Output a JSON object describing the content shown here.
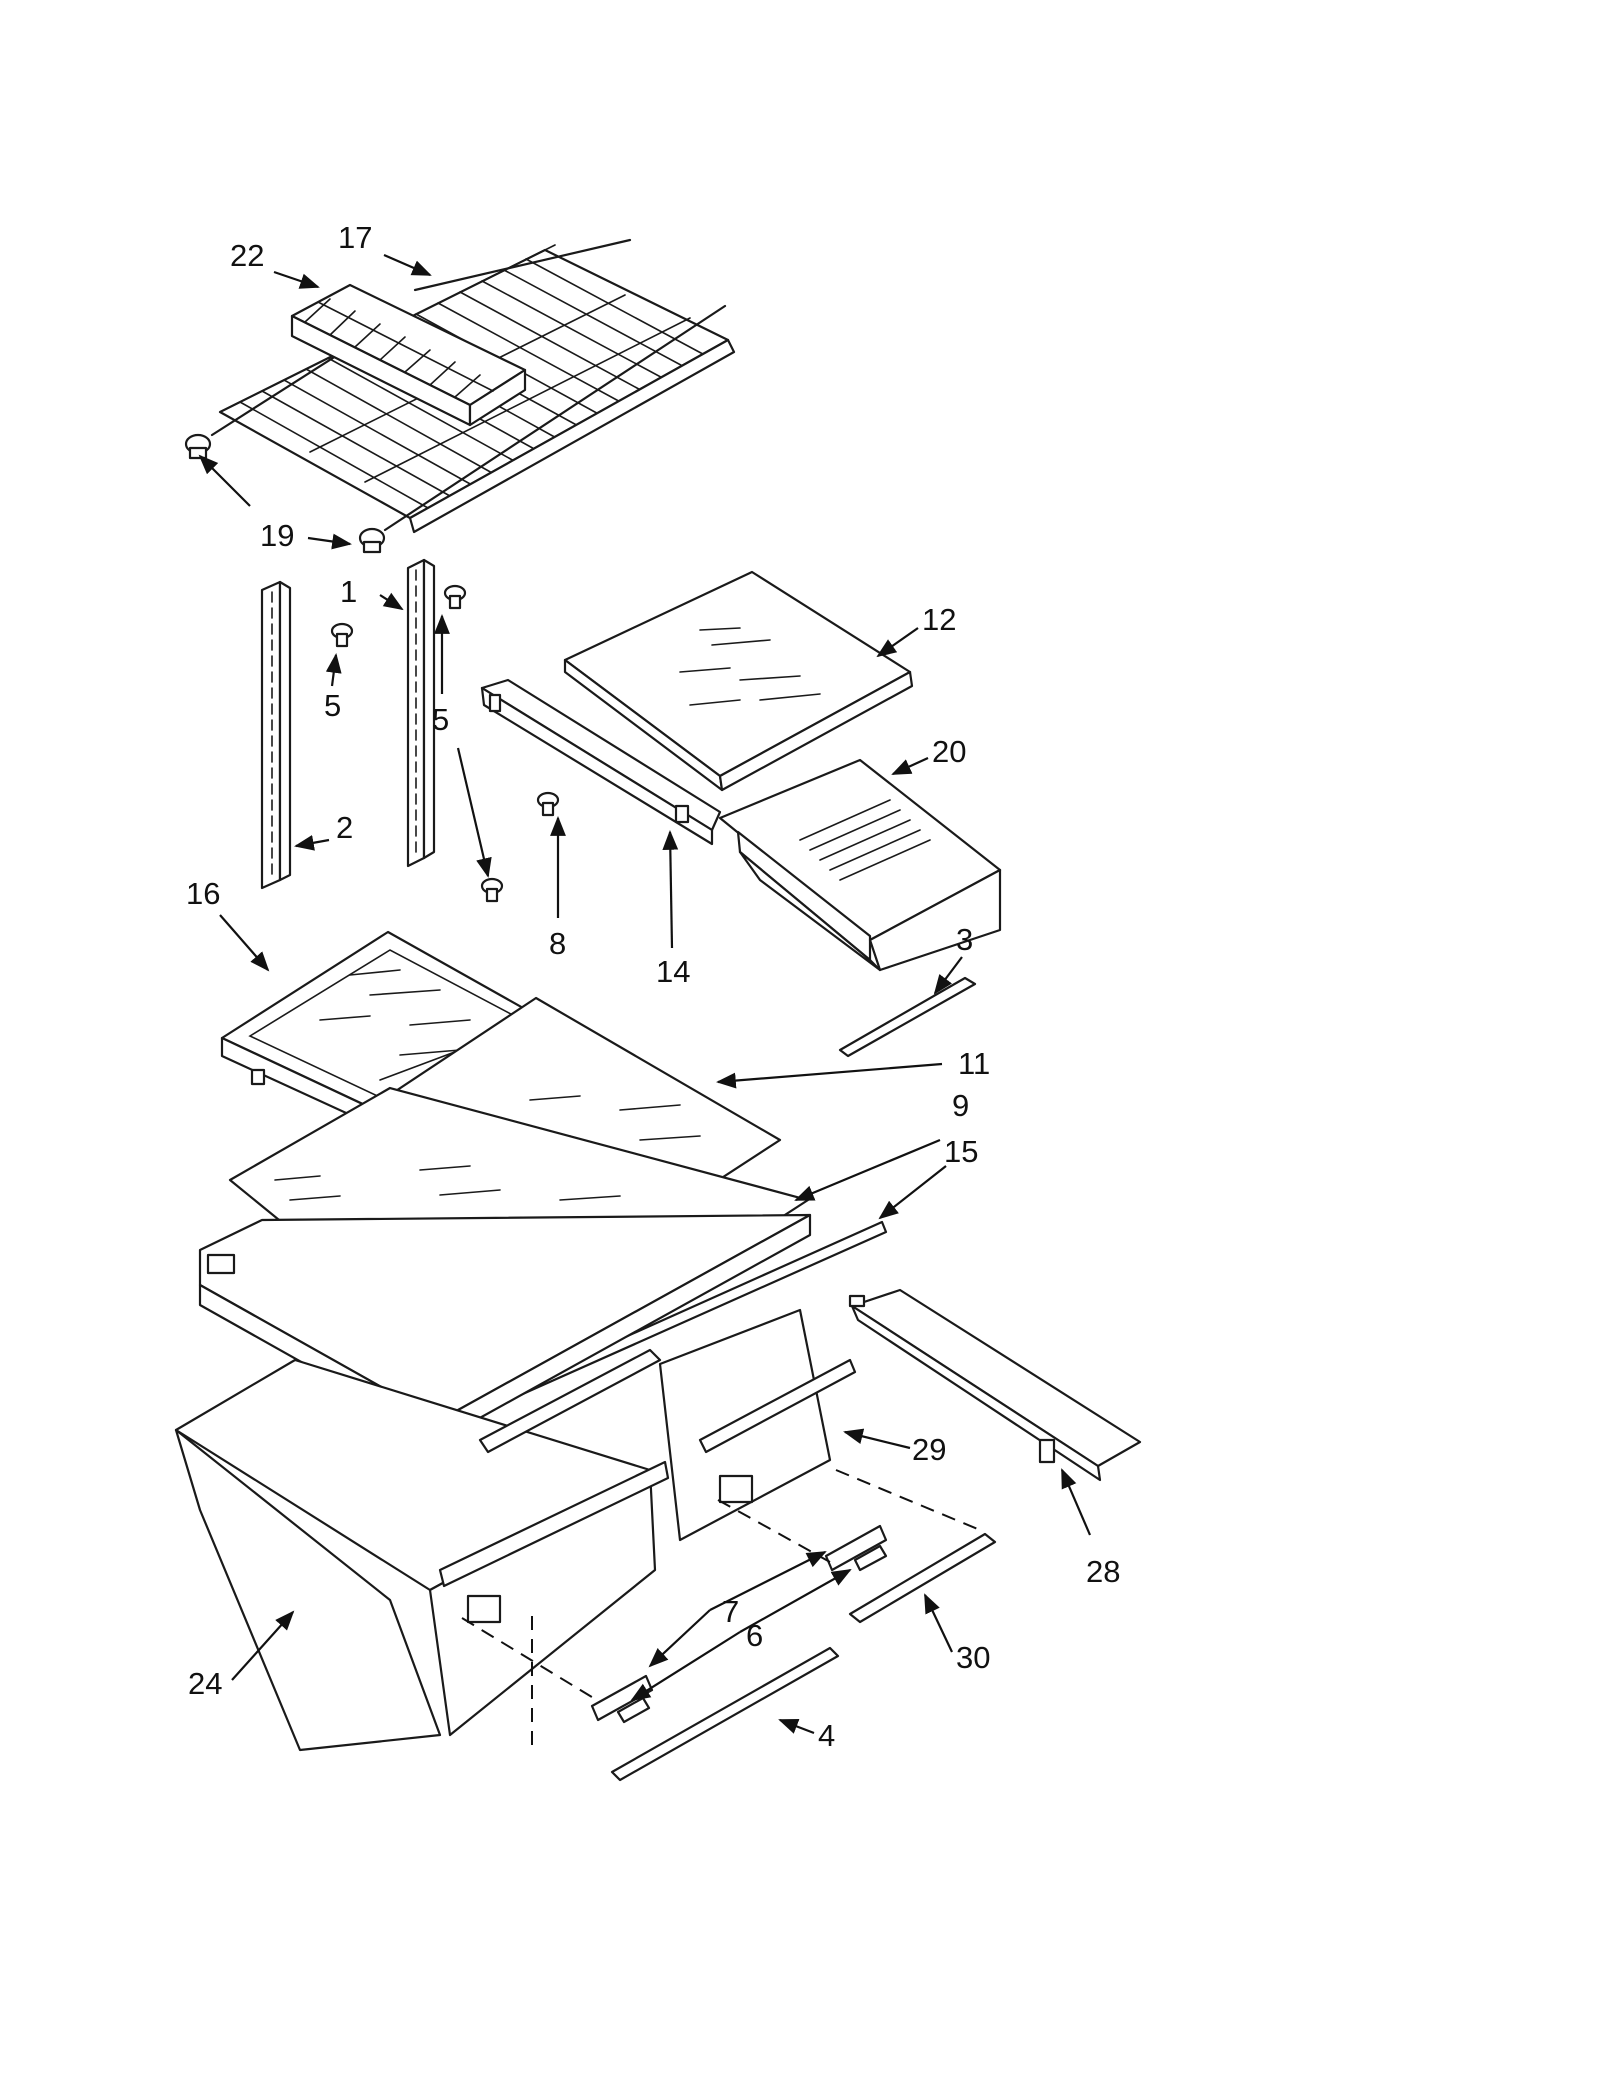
{
  "diagram": {
    "callouts": [
      {
        "id": "c1",
        "label": "1"
      },
      {
        "id": "c2",
        "label": "2"
      },
      {
        "id": "c3",
        "label": "3"
      },
      {
        "id": "c4",
        "label": "4"
      },
      {
        "id": "c5a",
        "label": "5"
      },
      {
        "id": "c5b",
        "label": "5"
      },
      {
        "id": "c6",
        "label": "6"
      },
      {
        "id": "c7",
        "label": "7"
      },
      {
        "id": "c8",
        "label": "8"
      },
      {
        "id": "c9",
        "label": "9"
      },
      {
        "id": "c11",
        "label": "11"
      },
      {
        "id": "c12",
        "label": "12"
      },
      {
        "id": "c14",
        "label": "14"
      },
      {
        "id": "c15",
        "label": "15"
      },
      {
        "id": "c16",
        "label": "16"
      },
      {
        "id": "c17",
        "label": "17"
      },
      {
        "id": "c19",
        "label": "19"
      },
      {
        "id": "c20",
        "label": "20"
      },
      {
        "id": "c22",
        "label": "22"
      },
      {
        "id": "c24",
        "label": "24"
      },
      {
        "id": "c28",
        "label": "28"
      },
      {
        "id": "c29",
        "label": "29"
      },
      {
        "id": "c30",
        "label": "30"
      }
    ]
  }
}
